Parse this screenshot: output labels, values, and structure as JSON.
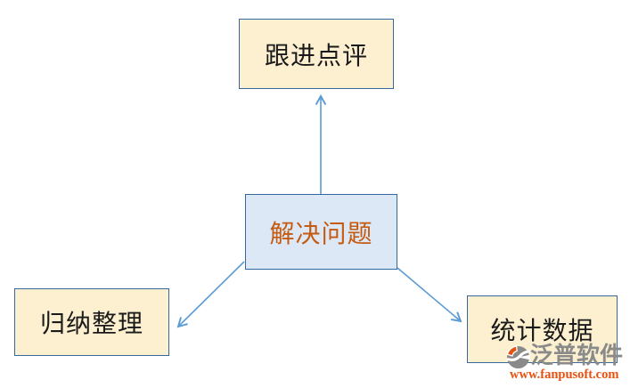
{
  "diagram": {
    "nodes": {
      "top": {
        "label": "跟进点评"
      },
      "center": {
        "label": "解决问题"
      },
      "left": {
        "label": "归纳整理"
      },
      "right": {
        "label": "统计数据"
      }
    },
    "edges": [
      {
        "from": "center",
        "to": "top"
      },
      {
        "from": "center",
        "to": "left"
      },
      {
        "from": "center",
        "to": "right"
      }
    ]
  },
  "watermark": {
    "logo_icon": "fanpu-swoosh-logo",
    "brand": "泛普软件",
    "url": "www.fanpusoft.com"
  },
  "colors": {
    "box-border": "#35689B",
    "yellow-fill": "#FCF0D0",
    "blue-fill": "#DCE8F5",
    "arrow": "#5B9BD5",
    "center-text": "#C55A11",
    "node-text": "#1A1A1A",
    "watermark-gray": "#8A8A8A",
    "watermark-orange": "#E8500F"
  }
}
